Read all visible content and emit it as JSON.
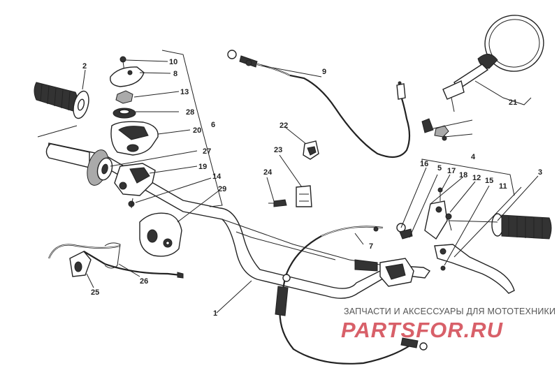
{
  "labels": {
    "p1": "1",
    "p2": "2",
    "p3": "3",
    "p4": "4",
    "p5": "5",
    "p6": "6",
    "p7": "7",
    "p8": "8",
    "p9": "9",
    "p10": "10",
    "p11": "11",
    "p12": "12",
    "p13": "13",
    "p14": "14",
    "p15": "15",
    "p16": "16",
    "p17": "17",
    "p18": "18",
    "p19": "19",
    "p20": "20",
    "p21": "21",
    "p22": "22",
    "p23": "23",
    "p24": "24",
    "p25": "25",
    "p26": "26",
    "p27": "27",
    "p28": "28",
    "p29": "29"
  },
  "watermark": {
    "tagline": "ЗАПЧАСТИ И АКСЕССУАРЫ ДЛЯ МОТОТЕХНИКИ",
    "logo": "PARTSFOR.RU"
  }
}
